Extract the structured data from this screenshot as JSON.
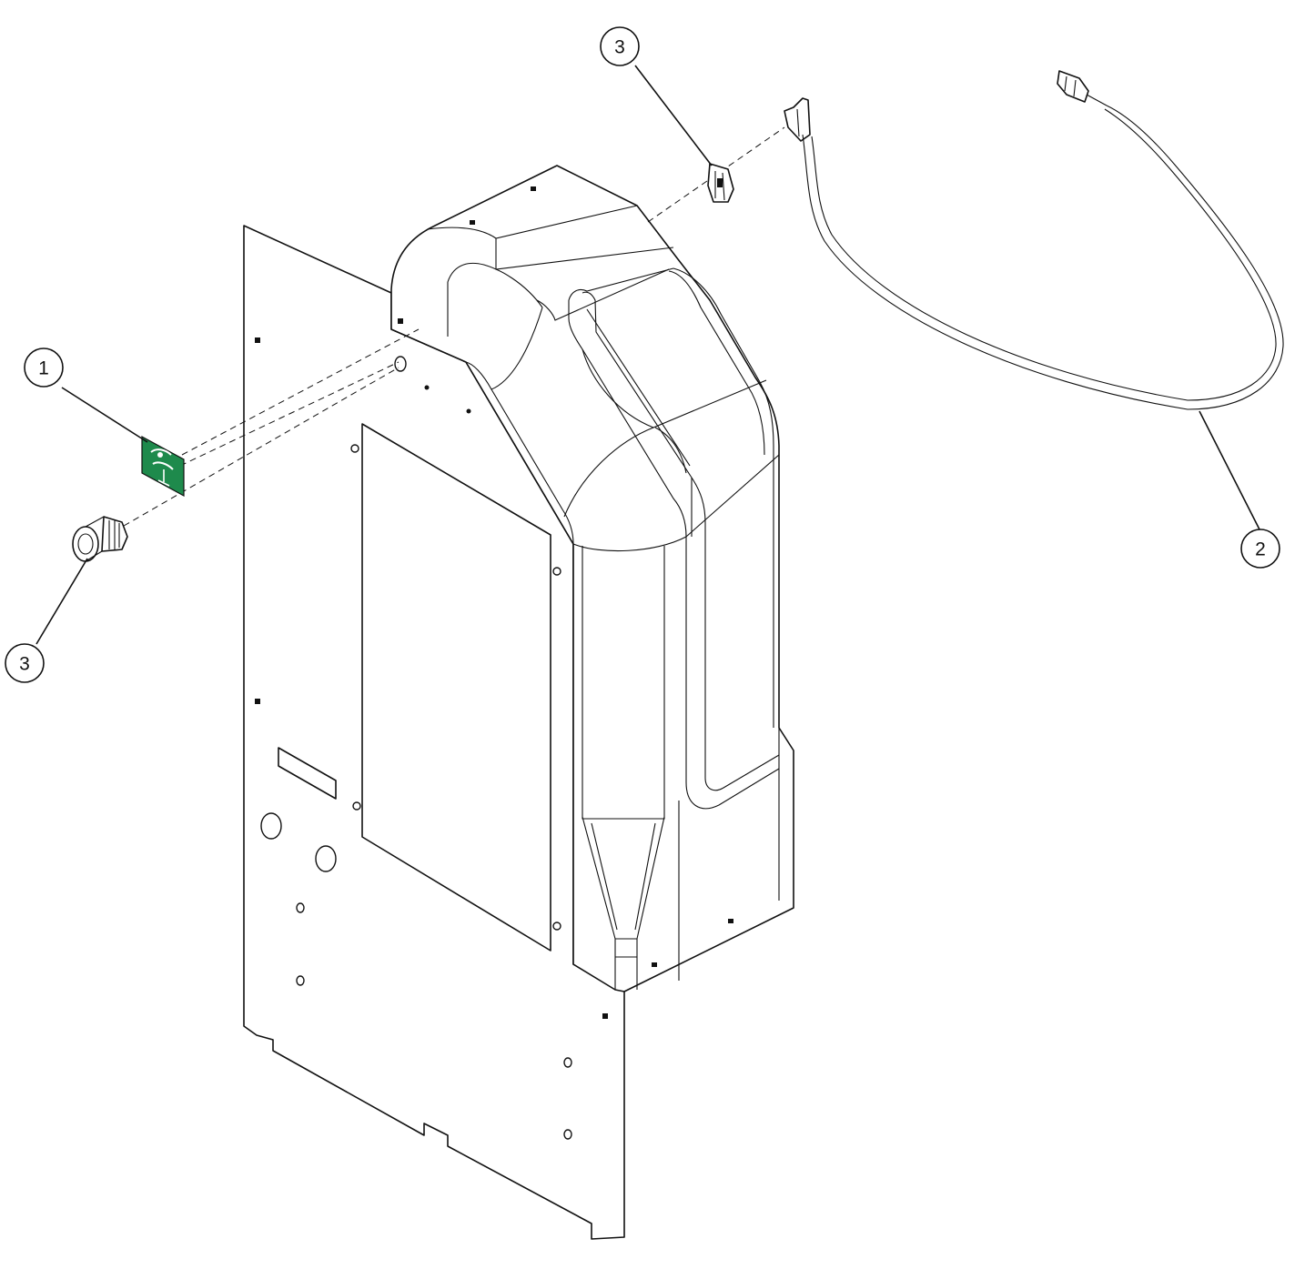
{
  "callouts": [
    {
      "id": "1",
      "label": "1"
    },
    {
      "id": "2",
      "label": "2"
    },
    {
      "id": "3-top",
      "label": "3"
    },
    {
      "id": "3-bottom",
      "label": "3"
    }
  ],
  "colors": {
    "line": "#111111",
    "background": "#ffffff",
    "safety_sign_green": "#1e8a4c"
  },
  "icons": {
    "safety_sign": "eyewash-sign-icon"
  }
}
